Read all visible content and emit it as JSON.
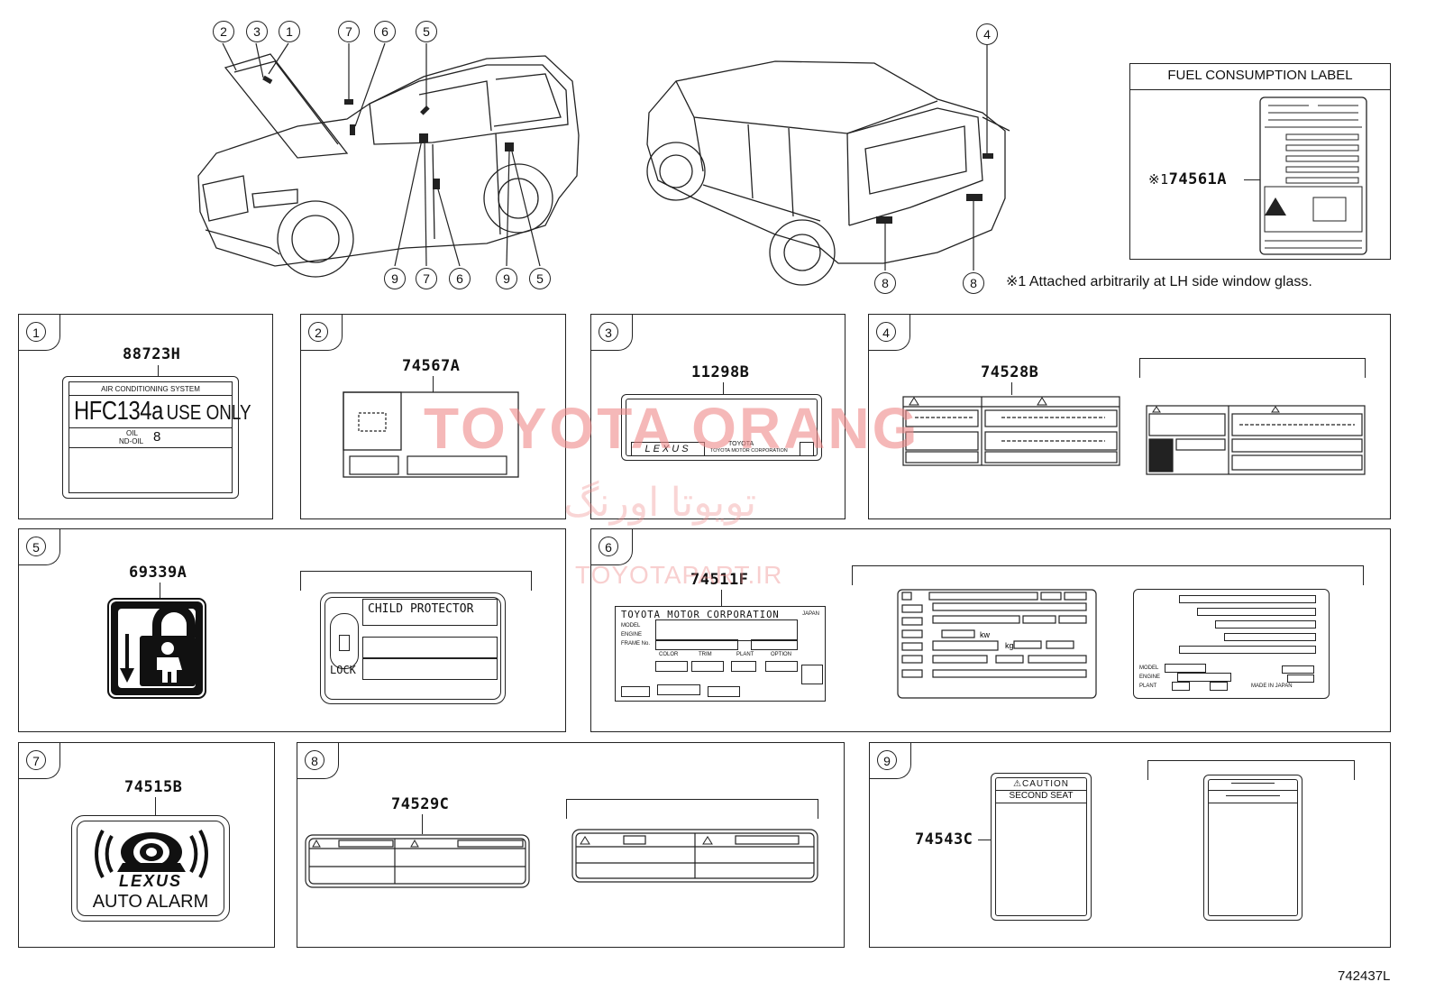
{
  "callouts_top": [
    "2",
    "3",
    "1",
    "7",
    "6",
    "5"
  ],
  "callouts_bottom": [
    "9",
    "7",
    "6",
    "9",
    "5"
  ],
  "callout_rear_top": "4",
  "callouts_rear_bottom": [
    "8",
    "8"
  ],
  "fuel_label": {
    "title": "FUEL CONSUMPTION LABEL",
    "mark": "※1",
    "part": "74561A"
  },
  "footnote": "※1  Attached arbitrarily at LH side window glass.",
  "panels": [
    {
      "num": "1",
      "part": "88723H"
    },
    {
      "num": "2",
      "part": "74567A"
    },
    {
      "num": "3",
      "part": "11298B"
    },
    {
      "num": "4",
      "part": "74528B"
    },
    {
      "num": "5",
      "part": "69339A"
    },
    {
      "num": "6",
      "part": "74511F"
    },
    {
      "num": "7",
      "part": "74515B"
    },
    {
      "num": "8",
      "part": "74529C"
    },
    {
      "num": "9",
      "part": "74543C"
    }
  ],
  "labels": {
    "ac_system": "AIR CONDITIONING SYSTEM",
    "hfc": "HFC134a",
    "use_only": "USE ONLY",
    "oil": "OIL",
    "nd_oil": "ND-OIL",
    "nd_oil_num": "8",
    "lexus": "LEXUS",
    "toyota": "TOYOTA",
    "tmc_small": "TOYOTA MOTOR CORPORATION",
    "child_protector": "CHILD PROTECTOR",
    "lock": "LOCK",
    "tmc": "TOYOTA MOTOR CORPORATION",
    "japan": "JAPAN",
    "model": "MODEL",
    "engine": "ENGINE",
    "frame_no": "FRAME No.",
    "color": "COLOR",
    "trim": "TRIM",
    "plant": "PLANT",
    "option": "OPTION",
    "kw": "kw",
    "kg": "kg",
    "model2": "MODEL",
    "engine2": "ENGINE",
    "plant2": "PLANT",
    "made_in_japan": "MADE IN JAPAN",
    "auto_alarm": "AUTO ALARM",
    "lexus_alarm": "LEXUS",
    "caution": "⚠CAUTION",
    "second_seat": "SECOND SEAT"
  },
  "watermark": {
    "main": "TOYOTA ORANG",
    "persian": "تویوتا اورنگ",
    "url": "TOYOTAPART.IR"
  },
  "figure_id": "742437L"
}
